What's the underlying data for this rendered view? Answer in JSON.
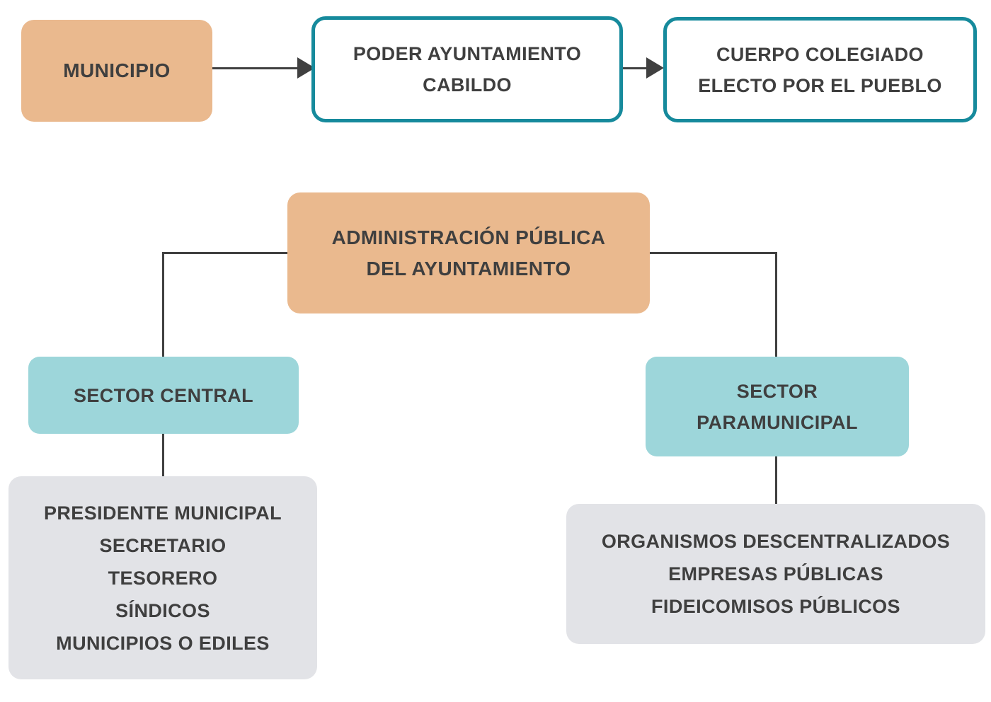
{
  "colors": {
    "orange": "#EAB98E",
    "teal_border": "#168A9C",
    "teal_fill": "#9DD6DA",
    "gray_fill": "#E2E3E7",
    "line": "#404040",
    "text": "#3F3F3F"
  },
  "nodes": {
    "municipio": {
      "label": "MUNICIPIO"
    },
    "poder_ayuntamiento": {
      "line1": "PODER AYUNTAMIENTO",
      "line2": "CABILDO"
    },
    "cuerpo_colegiado": {
      "line1": "CUERPO COLEGIADO",
      "line2": "ELECTO POR EL PUEBLO"
    },
    "administracion": {
      "line1": "ADMINISTRACIÓN PÚBLICA",
      "line2": "DEL AYUNTAMIENTO"
    },
    "sector_central": {
      "label": "SECTOR CENTRAL"
    },
    "sector_paramunicipal": {
      "line1": "SECTOR",
      "line2": "PARAMUNICIPAL"
    },
    "central_members": {
      "items": [
        "PRESIDENTE MUNICIPAL",
        "SECRETARIO",
        "TESORERO",
        "SÍNDICOS",
        "MUNICIPIOS O EDILES"
      ]
    },
    "paramunicipal_members": {
      "items": [
        "ORGANISMOS DESCENTRALIZADOS",
        "EMPRESAS PÚBLICAS",
        "FIDEICOMISOS PÚBLICOS"
      ]
    }
  }
}
